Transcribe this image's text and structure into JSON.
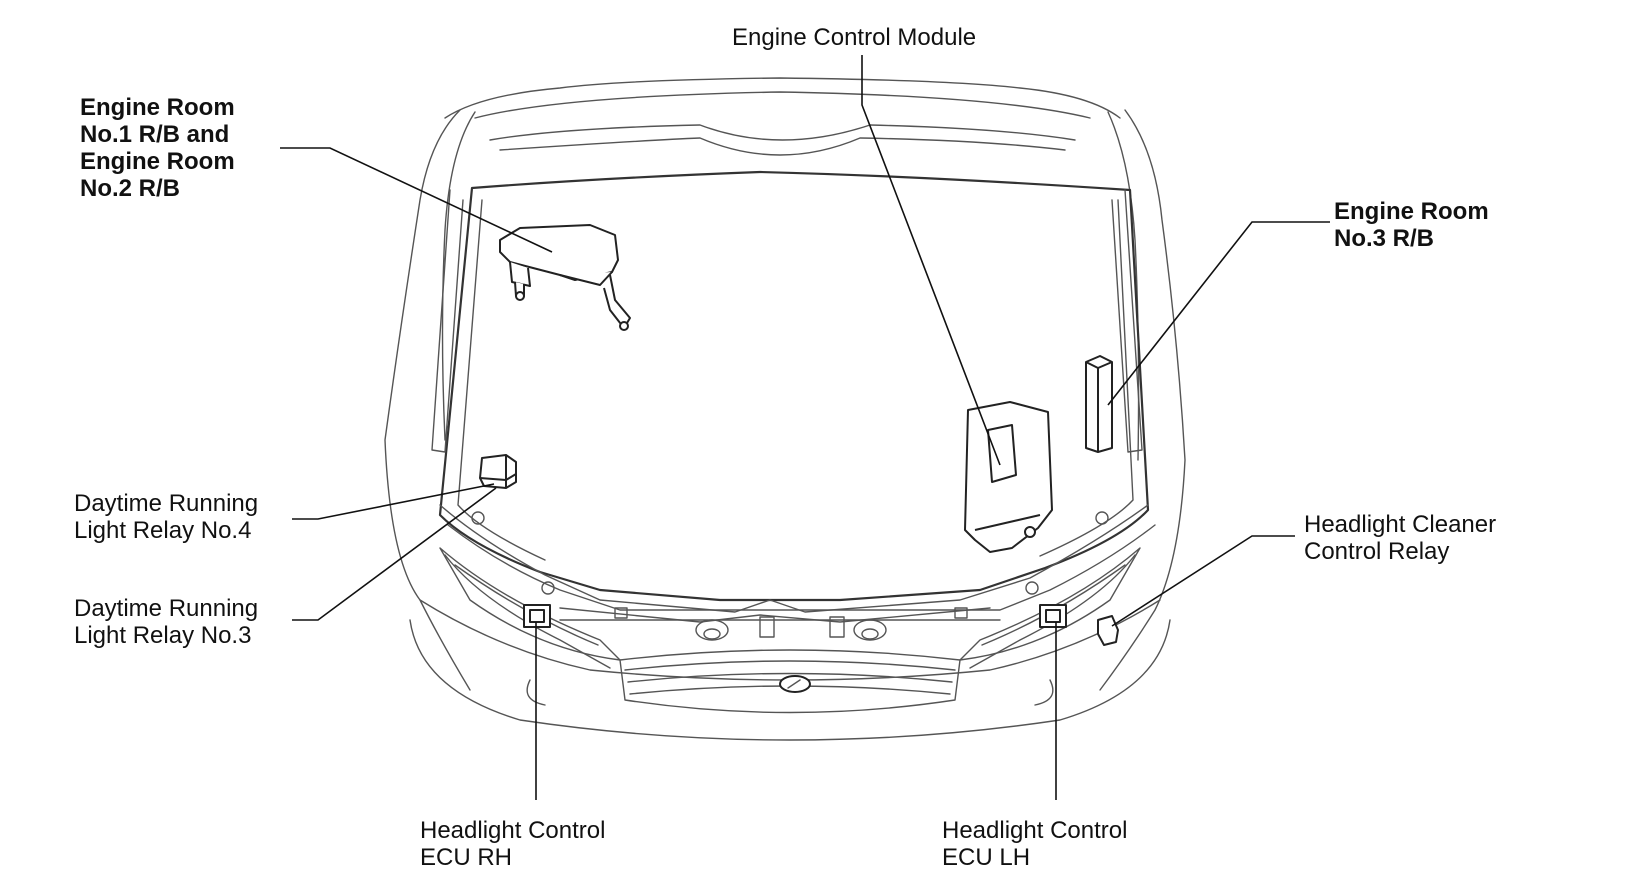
{
  "labels": {
    "engine_control_module": [
      "Engine Control Module"
    ],
    "engine_room_no1_no2_rb": [
      "Engine Room",
      "No.1 R/B and",
      "Engine Room",
      "No.2 R/B"
    ],
    "engine_room_no3_rb": [
      "Engine Room",
      "No.3 R/B"
    ],
    "drl_relay_no4": [
      "Daytime Running",
      "Light Relay No.4"
    ],
    "drl_relay_no3": [
      "Daytime Running",
      "Light Relay No.3"
    ],
    "headlight_cleaner_relay": [
      "Headlight Cleaner",
      "Control Relay"
    ],
    "headlight_ecu_rh": [
      "Headlight Control",
      "ECU RH"
    ],
    "headlight_ecu_lh": [
      "Headlight Control",
      "ECU LH"
    ]
  },
  "icons": {
    "grille_emblem": "lexus-emblem-icon"
  },
  "colors": {
    "line": "#111111",
    "car_outline": "#555555",
    "background": "#ffffff"
  }
}
